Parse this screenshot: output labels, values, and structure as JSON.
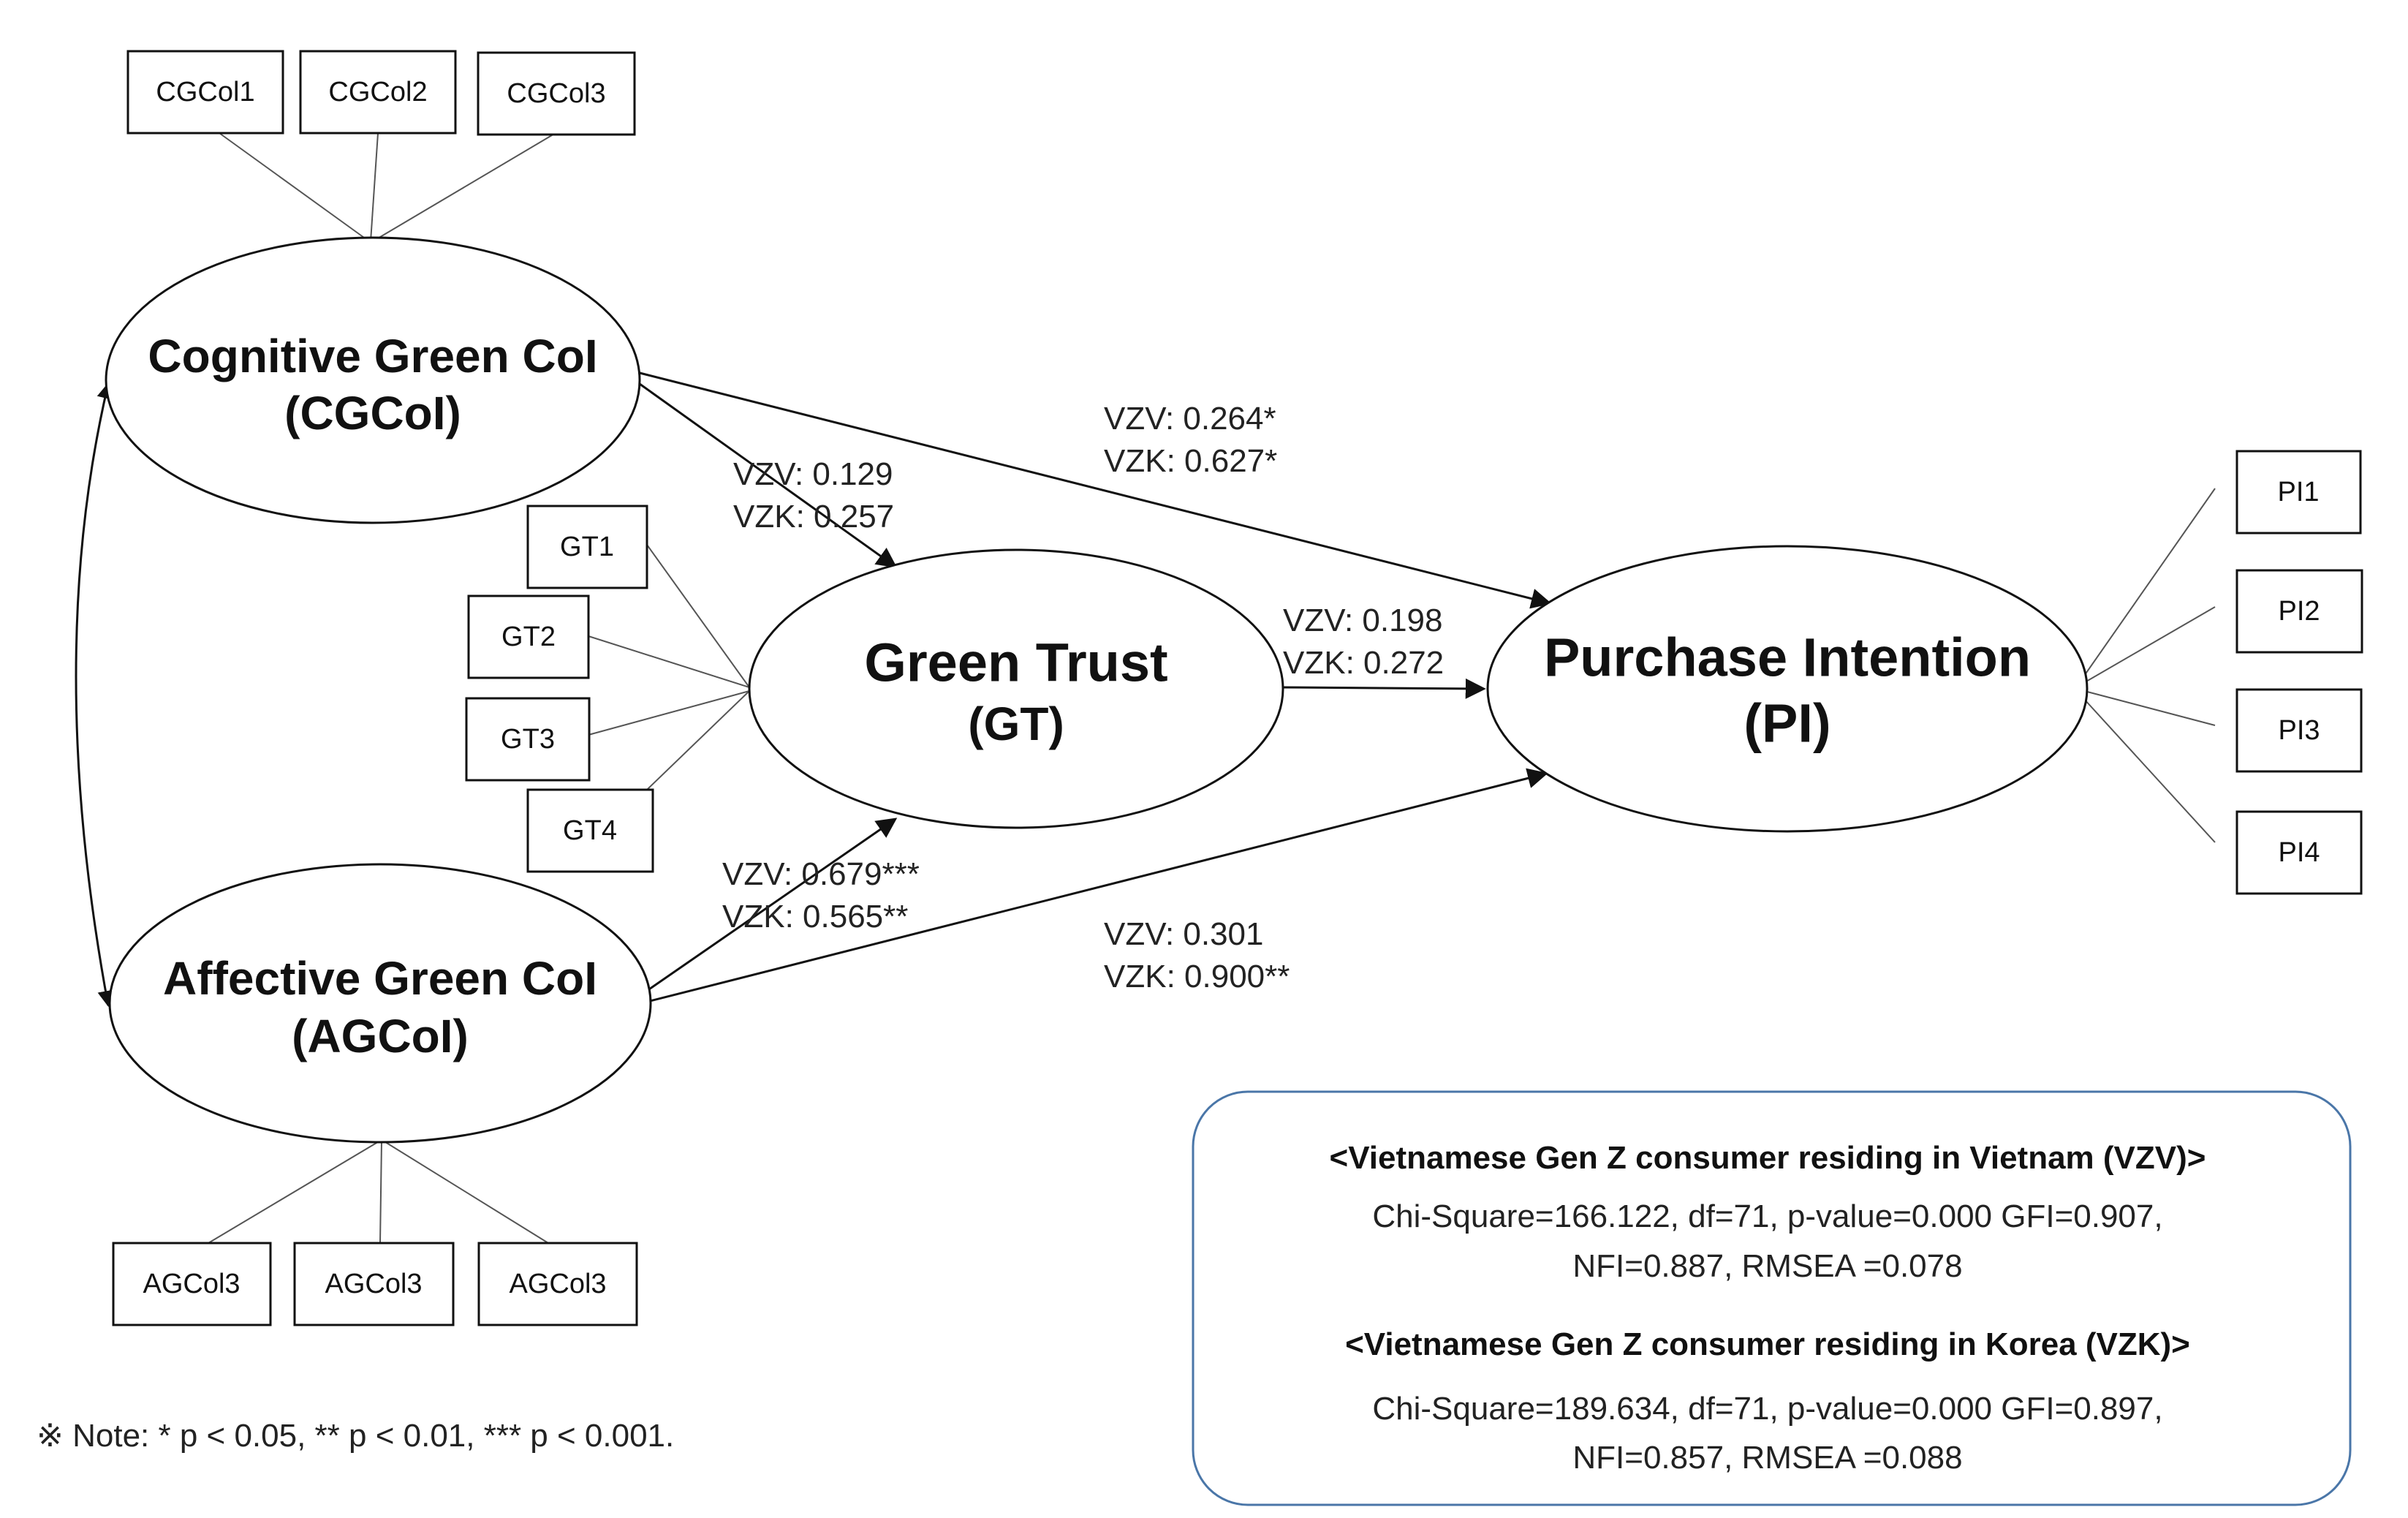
{
  "constructs": {
    "cgcol": {
      "name": "Cognitive Green CoI",
      "abbr": "(CGCoI)"
    },
    "agcol": {
      "name": "Affective Green CoI",
      "abbr": "(AGCoI)"
    },
    "gt": {
      "name": "Green Trust",
      "abbr": "(GT)"
    },
    "pi": {
      "name": "Purchase Intention",
      "abbr": "(PI)"
    }
  },
  "indicators": {
    "cgcol": [
      "CGCol1",
      "CGCol2",
      "CGCol3"
    ],
    "agcol": [
      "AGCol3",
      "AGCol3",
      "AGCol3"
    ],
    "gt": [
      "GT1",
      "GT2",
      "GT3",
      "GT4"
    ],
    "pi": [
      "PI1",
      "PI2",
      "PI3",
      "PI4"
    ]
  },
  "paths": {
    "cgcol_pi": {
      "vzv": "VZV: 0.264*",
      "vzk": "VZK: 0.627*"
    },
    "cgcol_gt": {
      "vzv": "VZV: 0.129",
      "vzk": "VZK: 0.257"
    },
    "gt_pi": {
      "vzv": "VZV: 0.198",
      "vzk": "VZK: 0.272"
    },
    "agcol_gt": {
      "vzv": "VZV: 0.679***",
      "vzk": "VZK: 0.565**"
    },
    "agcol_pi": {
      "vzv": "VZV: 0.301",
      "vzk": "VZK: 0.900**"
    }
  },
  "fit": {
    "vzv_title": "<Vietnamese Gen Z consumer residing in Vietnam (VZV)>",
    "vzv_line1": "Chi-Square=166.122, df=71, p-value=0.000 GFI=0.907,",
    "vzv_line2": "NFI=0.887, RMSEA =0.078",
    "vzk_title": "<Vietnamese Gen Z consumer residing in Korea (VZK)>",
    "vzk_line1": "Chi-Square=189.634, df=71, p-value=0.000 GFI=0.897,",
    "vzk_line2": "NFI=0.857, RMSEA =0.088"
  },
  "note": "※ Note: * p < 0.05, ** p < 0.01, *** p < 0.001."
}
